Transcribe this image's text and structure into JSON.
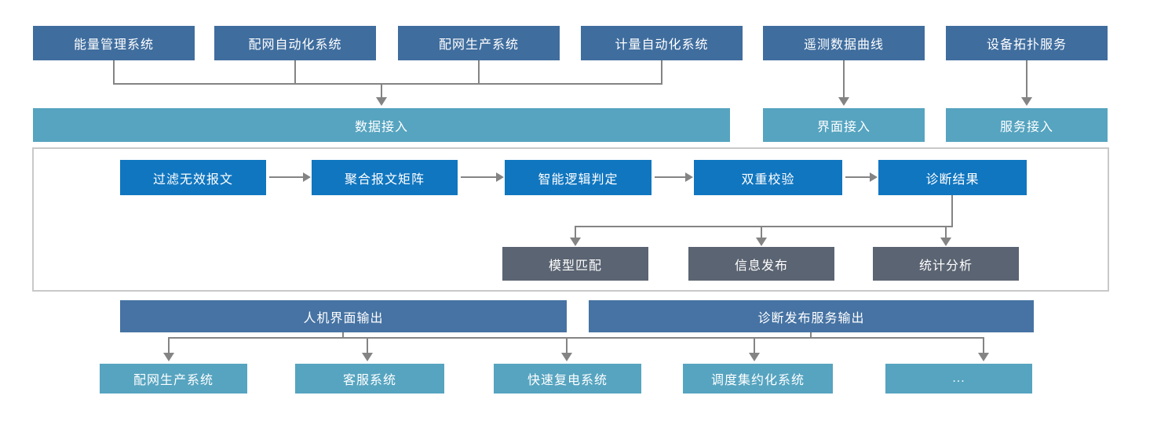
{
  "diagram": {
    "sources": [
      "能量管理系统",
      "配网自动化系统",
      "配网生产系统",
      "计量自动化系统",
      "遥测数据曲线",
      "设备拓扑服务"
    ],
    "access": {
      "data": "数据接入",
      "ui": "界面接入",
      "service": "服务接入"
    },
    "pipeline": [
      "过滤无效报文",
      "聚合报文矩阵",
      "智能逻辑判定",
      "双重校验",
      "诊断结果"
    ],
    "results": [
      "模型匹配",
      "信息发布",
      "统计分析"
    ],
    "outputs": {
      "hmi": "人机界面输出",
      "publish": "诊断发布服务输出"
    },
    "consumers": [
      "配网生产系统",
      "客服系统",
      "快速复电系统",
      "调度集约化系统",
      "..."
    ],
    "colors": {
      "source_box": "#3f6d9e",
      "access_box": "#56a4c0",
      "pipeline_box": "#1076c0",
      "result_box": "#5b6472",
      "output_box": "#4673a3",
      "connector": "#848484",
      "frame_border": "#c9c9c9"
    }
  }
}
